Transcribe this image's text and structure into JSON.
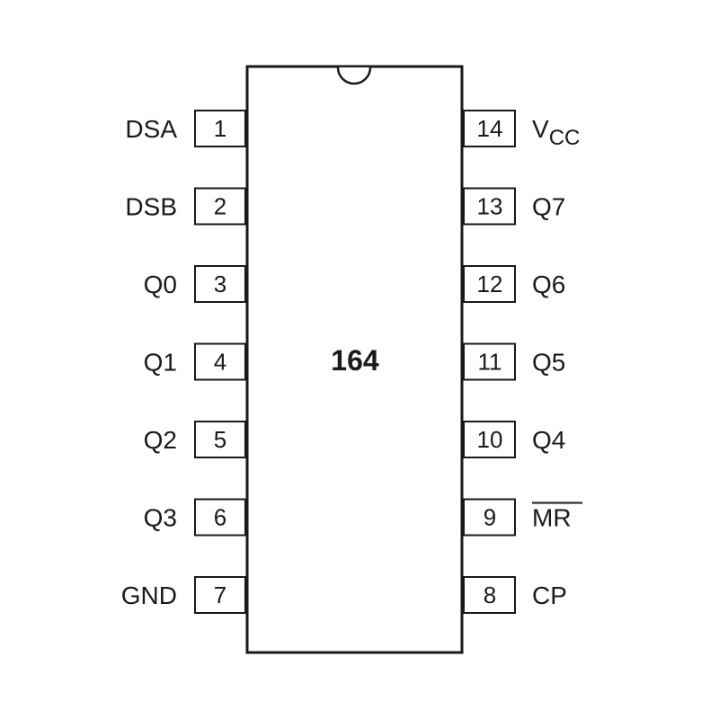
{
  "chip": {
    "label": "164"
  },
  "pins_left": [
    {
      "number": "1",
      "name": "DSA"
    },
    {
      "number": "2",
      "name": "DSB"
    },
    {
      "number": "3",
      "name": "Q0"
    },
    {
      "number": "4",
      "name": "Q1"
    },
    {
      "number": "5",
      "name": "Q2"
    },
    {
      "number": "6",
      "name": "Q3"
    },
    {
      "number": "7",
      "name": "GND"
    }
  ],
  "pins_right": [
    {
      "number": "14",
      "name": "V",
      "subscript": "CC",
      "overline": false
    },
    {
      "number": "13",
      "name": "Q7",
      "overline": false
    },
    {
      "number": "12",
      "name": "Q6",
      "overline": false
    },
    {
      "number": "11",
      "name": "Q5",
      "overline": false
    },
    {
      "number": "10",
      "name": "Q4",
      "overline": false
    },
    {
      "number": "9",
      "name": "MR",
      "overline": true
    },
    {
      "number": "8",
      "name": "CP",
      "overline": false
    }
  ],
  "colors": {
    "line": "#1a1a1a",
    "background": "#ffffff"
  }
}
